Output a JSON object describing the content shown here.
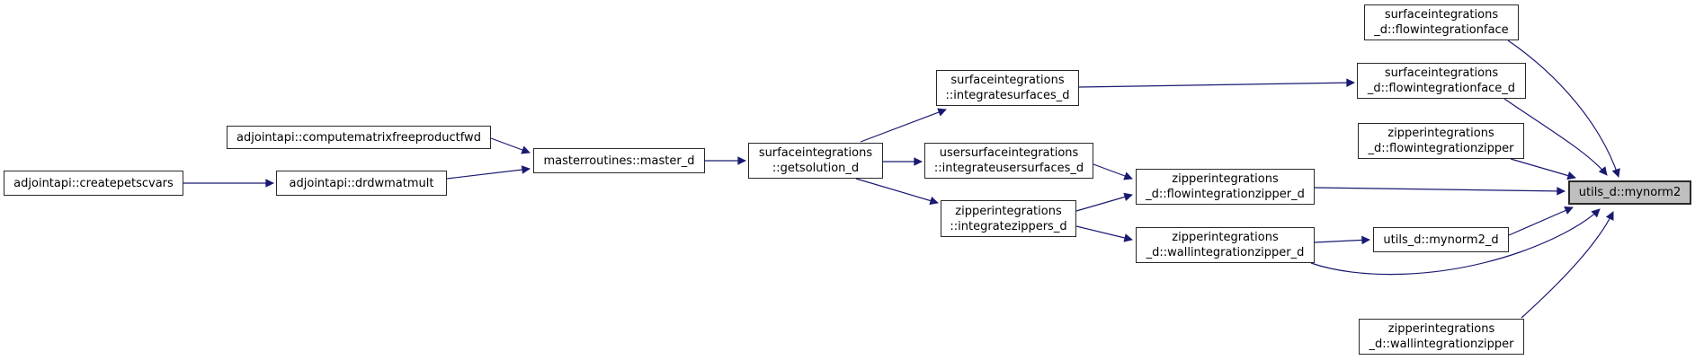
{
  "diagram": {
    "type": "doxygen-call-graph",
    "edge_color": "#191970",
    "node_border_color": "#2a2a2a",
    "highlight_fill": "#bfbfbf",
    "nodes": {
      "createpetscvars": {
        "label": "adjointapi::createpetscvars"
      },
      "computematrixfreeproductfwd": {
        "label": "adjointapi::computematrixfreeproductfwd"
      },
      "drdwmatmult": {
        "label": "adjointapi::drdwmatmult"
      },
      "master_d": {
        "label": "masterroutines::master_d"
      },
      "getsolution_d": {
        "line1": "surfaceintegrations",
        "line2": "::getsolution_d"
      },
      "integratesurfaces_d": {
        "line1": "surfaceintegrations",
        "line2": "::integratesurfaces_d"
      },
      "integrateusersurfaces_d": {
        "line1": "usersurfaceintegrations",
        "line2": "::integrateusersurfaces_d"
      },
      "integratezippers_d": {
        "line1": "zipperintegrations",
        "line2": "::integratezippers_d"
      },
      "flowintegrationface": {
        "line1": "surfaceintegrations",
        "line2": "_d::flowintegrationface"
      },
      "flowintegrationface_d": {
        "line1": "surfaceintegrations",
        "line2": "_d::flowintegrationface_d"
      },
      "flowintegrationzipper": {
        "line1": "zipperintegrations",
        "line2": "_d::flowintegrationzipper"
      },
      "flowintegrationzipper_d": {
        "line1": "zipperintegrations",
        "line2": "_d::flowintegrationzipper_d"
      },
      "wallintegrationzipper_d": {
        "line1": "zipperintegrations",
        "line2": "_d::wallintegrationzipper_d"
      },
      "mynorm2_d": {
        "label": "utils_d::mynorm2_d"
      },
      "mynorm2": {
        "label": "utils_d::mynorm2"
      },
      "wallintegrationzipper": {
        "line1": "zipperintegrations",
        "line2": "_d::wallintegrationzipper"
      }
    }
  }
}
